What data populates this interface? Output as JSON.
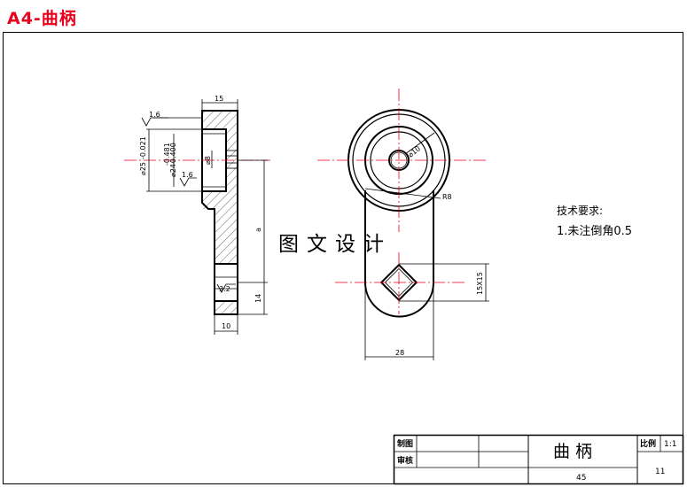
{
  "page_title": "A4-曲柄",
  "watermark": "图文设计",
  "tech_requirements": {
    "heading": "技术要求:",
    "item_1": "1.未注倒角0.5"
  },
  "dimensions": {
    "width_15": "15",
    "roughness_top": "1.6",
    "roughness_mid": "1.6",
    "roughness_low": "3.2",
    "dia_25": "⌀25",
    "dia_25_tol": "-0.021",
    "dia_24": "⌀24",
    "dia_24_tol_upper": "-0.481",
    "dia_24_tol_lower": "-0.400",
    "dia_8": "⌀8",
    "length_a": "a",
    "height_14": "14",
    "width_10": "10",
    "dia_10": "⌀10",
    "radius_8": "R8",
    "square_15x15": "15X15",
    "width_28": "28"
  },
  "title_block": {
    "drawn_label": "制图",
    "checked_label": "审核",
    "part_name": "曲 柄",
    "material": "45",
    "scale_label": "比例",
    "scale_value": "1:1",
    "quantity": "11"
  }
}
